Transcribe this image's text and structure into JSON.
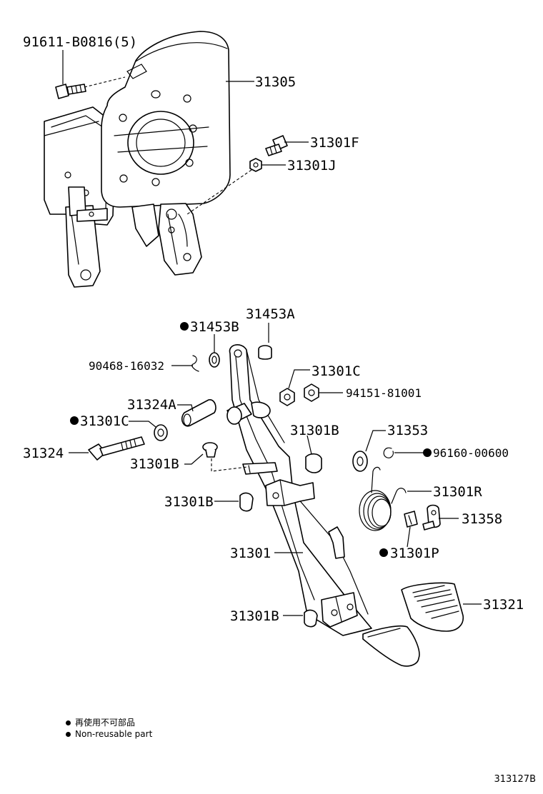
{
  "labels": {
    "l91611": "91611-B0816(5)",
    "l31305": "31305",
    "l31301F": "31301F",
    "l31301J": "31301J",
    "l31453A": "31453A",
    "l31453B": "31453B",
    "l90468": "90468-16032",
    "l31301C_top": "31301C",
    "l94151": "94151-81001",
    "l31324A": "31324A",
    "l31301C_left": "31301C",
    "l31324": "31324",
    "l31301B_mid": "31301B",
    "l31353": "31353",
    "l96160": "96160-00600",
    "l31301B_left": "31301B",
    "l31301B_side": "31301B",
    "l31301R": "31301R",
    "l31358": "31358",
    "l31301": "31301",
    "l31301P": "31301P",
    "l31321": "31321",
    "l31301B_bottom": "31301B"
  },
  "legend": {
    "line1": "再使用不可部品",
    "line2": "Non-reusable part"
  },
  "diagram_code": "313127B"
}
